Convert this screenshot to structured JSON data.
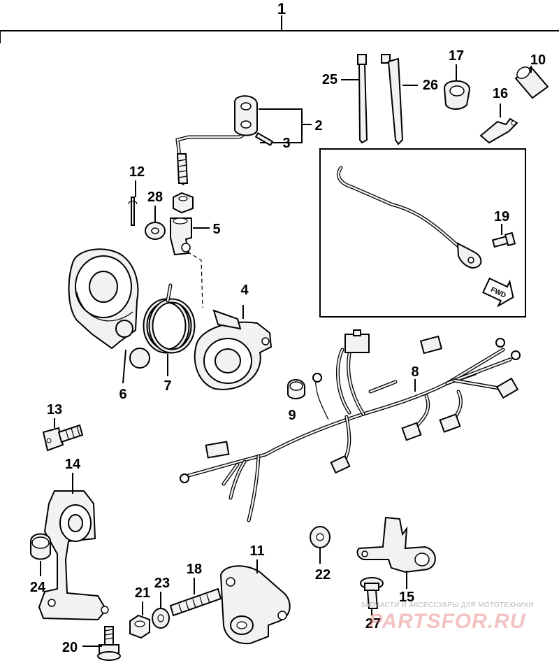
{
  "diagram": {
    "assembly_label": "1",
    "part_numbers": {
      "p2": "2",
      "p3": "3",
      "p4": "4",
      "p5": "5",
      "p6": "6",
      "p7": "7",
      "p8": "8",
      "p9": "9",
      "p10": "10",
      "p11": "11",
      "p12": "12",
      "p13": "13",
      "p14": "14",
      "p15": "15",
      "p16": "16",
      "p17": "17",
      "p18": "18",
      "p19": "19",
      "p20": "20",
      "p21": "21",
      "p22": "22",
      "p23": "23",
      "p24": "24",
      "p25": "25",
      "p26": "26",
      "p27": "27",
      "p28": "28"
    },
    "fwd_label": "FWD"
  },
  "watermark": {
    "tagline": "ЗАПЧАСТИ И АКСЕССУАРЫ ДЛЯ МОТОТЕХНИКИ",
    "brand": "PARTSFOR.RU"
  }
}
